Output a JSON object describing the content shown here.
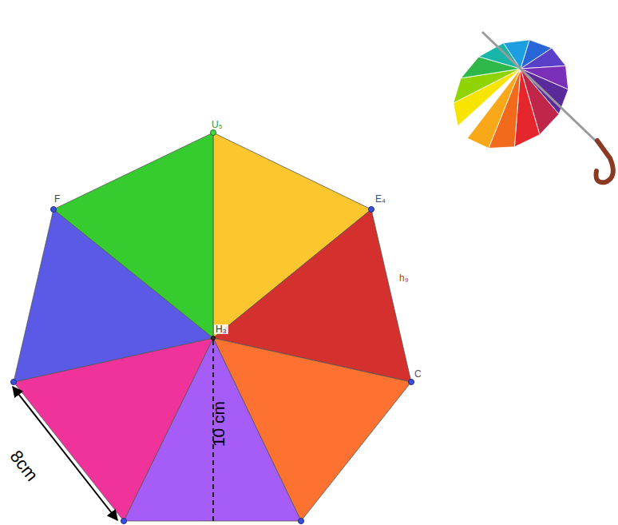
{
  "diagram": {
    "labels": [
      "U₅",
      "F",
      "E₄",
      "h₉",
      "C",
      "H₃",
      "8cm",
      "10 cm"
    ]
  }
}
